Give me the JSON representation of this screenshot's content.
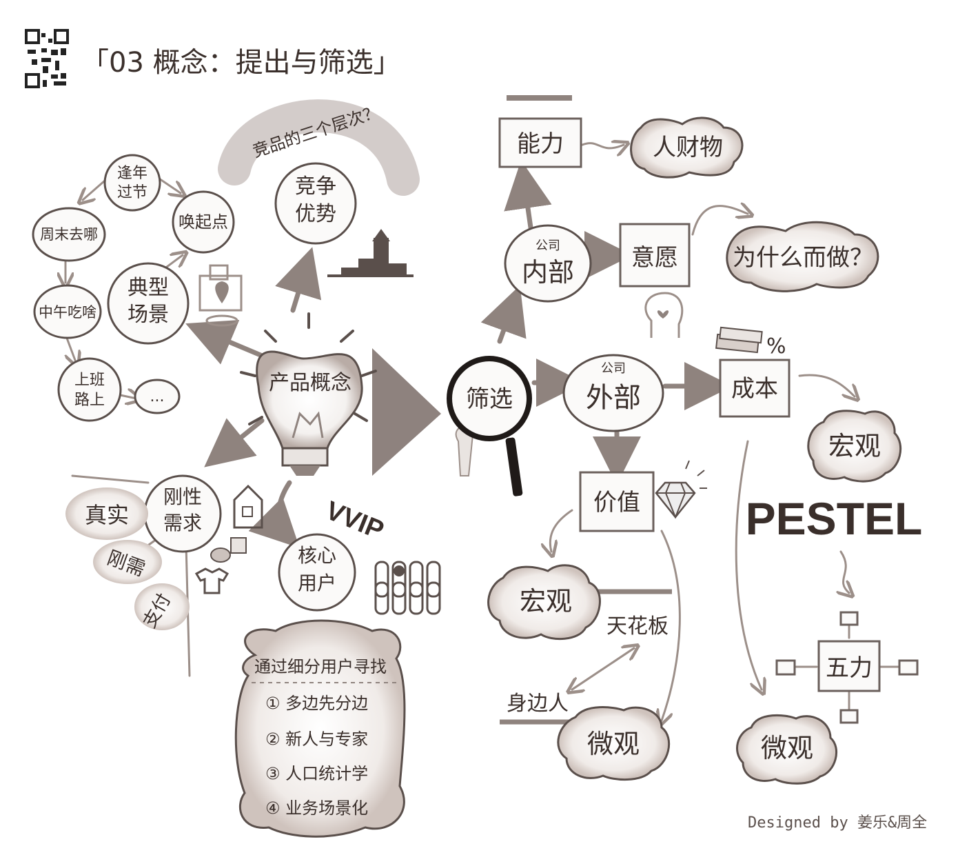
{
  "header": {
    "title": "「03 概念：提出与筛选」"
  },
  "credit": "Designed by 姜乐&周全",
  "center": {
    "concept": "产品概念",
    "filter": "筛选"
  },
  "left": {
    "scene": "典型场景",
    "scene_items": [
      "逢年过节",
      "唤起点",
      "周末去哪",
      "中午吃啥",
      "上班路上",
      "..."
    ],
    "compete": "竞争优势",
    "compete_arc": "竞品的三个层次？",
    "need": "刚性需求",
    "need_items": [
      "真实",
      "刚需",
      "支付"
    ],
    "core": "核心用户",
    "vvip": "VVIP",
    "find_title": "通过细分用户寻找",
    "find_items": [
      "① 多边先分边",
      "② 新人与专家",
      "③ 人口统计学",
      "④ 业务场景化"
    ]
  },
  "right": {
    "internal": "公司内部",
    "ability": "能力",
    "resources": "人财物",
    "will": "意愿",
    "why": "为什么而做？",
    "external": "公司外部",
    "cost": "成本",
    "value": "价值",
    "macro": "宏观",
    "micro": "微观",
    "pestel": "PESTEL",
    "five": "五力",
    "ceiling": "天花板",
    "nearby": "身边人"
  }
}
